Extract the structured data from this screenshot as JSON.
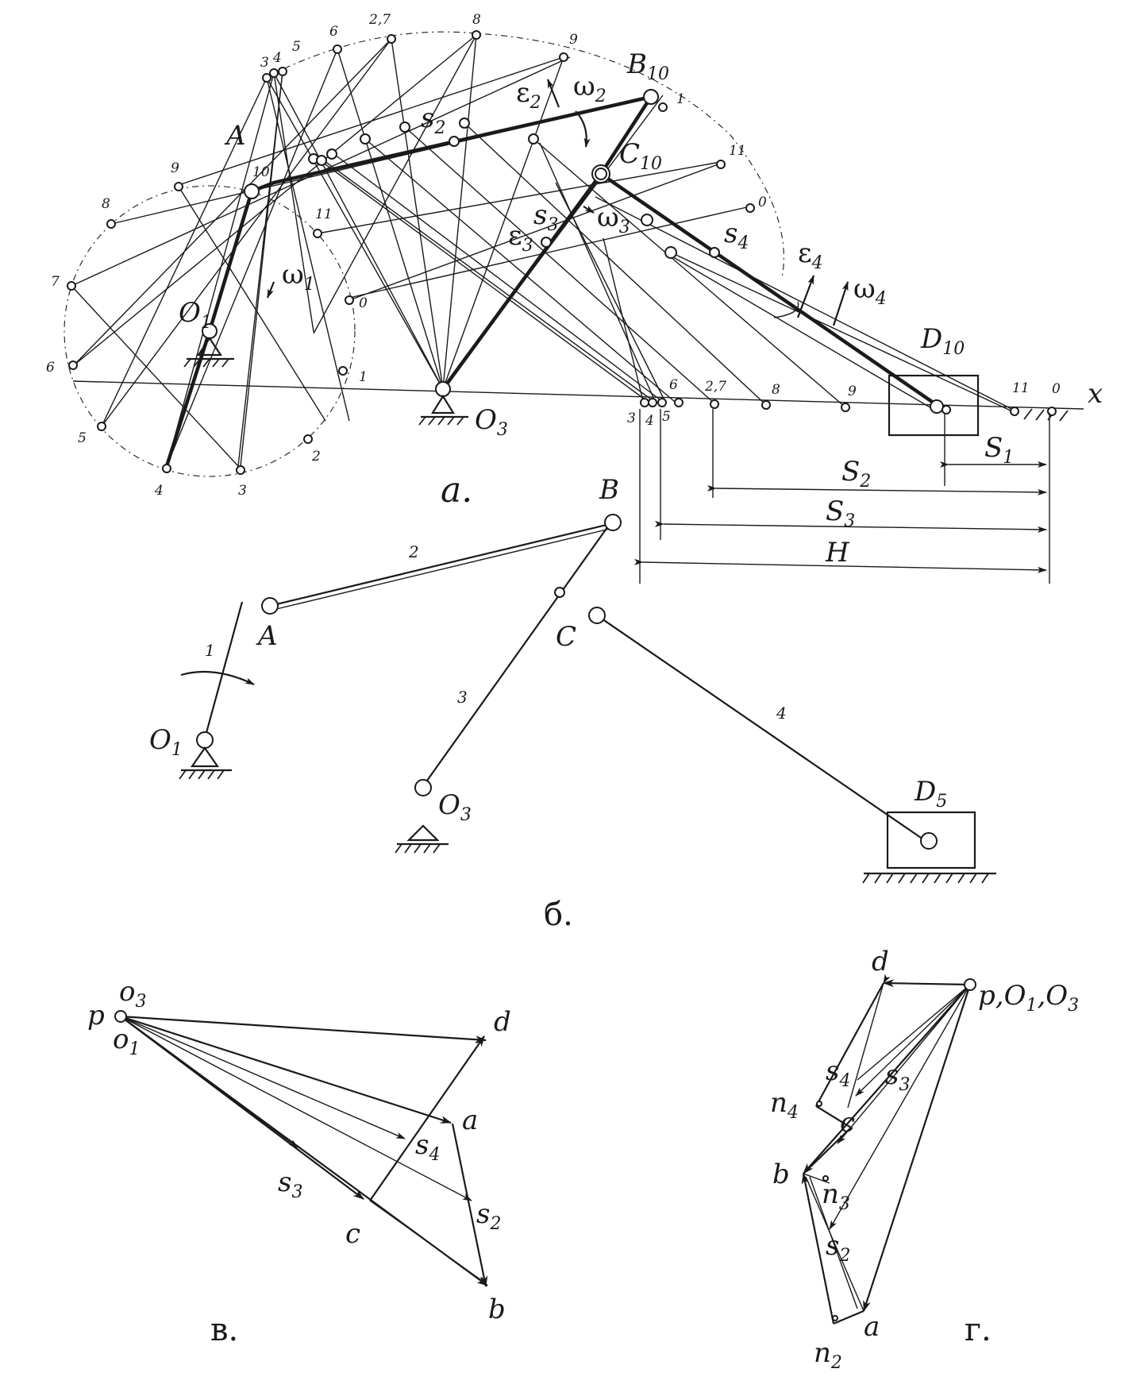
{
  "panel_a": {
    "caption": "a.",
    "crank_positions": [
      "0",
      "1",
      "2",
      "3",
      "4",
      "5",
      "6",
      "7",
      "8",
      "9",
      "10",
      "11"
    ],
    "b_positions": [
      "1",
      "2,7",
      "3",
      "4",
      "5",
      "6",
      "8",
      "9",
      "11",
      "0"
    ],
    "slider_positions": [
      "3",
      "4",
      "5",
      "6",
      "2,7",
      "8",
      "9",
      "11",
      "0"
    ],
    "labels": {
      "O1": "O",
      "O1_sub": "1",
      "O3": "O",
      "O3_sub": "3",
      "A": "A",
      "B10": "B",
      "B10_sub": "10",
      "C10": "C",
      "C10_sub": "10",
      "D10": "D",
      "D10_sub": "10",
      "s2": "s",
      "s2_sub": "2",
      "s3": "s",
      "s3_sub": "3",
      "s4": "s",
      "s4_sub": "4",
      "x": "x",
      "omega1": "ω",
      "omega1_sub": "1",
      "omega2": "ω",
      "omega2_sub": "2",
      "omega3": "ω",
      "omega3_sub": "3",
      "omega4": "ω",
      "omega4_sub": "4",
      "eps2": "ε",
      "eps2_sub": "2",
      "eps3": "ε",
      "eps3_sub": "3",
      "eps4": "ε",
      "eps4_sub": "4",
      "S1": "S",
      "S1_sub": "1",
      "S2": "S",
      "S2_sub": "2",
      "S3": "S",
      "S3_sub": "3",
      "H": "H"
    }
  },
  "panel_b": {
    "caption": "б.",
    "links": [
      "1",
      "2",
      "3",
      "4"
    ],
    "labels": {
      "A": "A",
      "B": "B",
      "C": "C",
      "O1": "O",
      "O1_sub": "1",
      "O3": "O",
      "O3_sub": "3",
      "D5": "D",
      "D5_sub": "5"
    }
  },
  "panel_v": {
    "caption": "в.",
    "labels": {
      "p": "p",
      "o3": "o",
      "o3_sub": "3",
      "o1": "o",
      "o1_sub": "1",
      "a": "a",
      "b": "b",
      "c": "c",
      "d": "d",
      "s2": "s",
      "s2_sub": "2",
      "s3": "s",
      "s3_sub": "3",
      "s4": "s",
      "s4_sub": "4"
    }
  },
  "panel_g": {
    "caption": "г.",
    "labels": {
      "pole": "p,",
      "O1": "O",
      "O1_sub": "1",
      "O3": "O",
      "O3_sub": "3",
      "a": "a",
      "b": "b",
      "c": "c",
      "d": "d",
      "s2": "s",
      "s2_sub": "2",
      "s3": "s",
      "s3_sub": "3",
      "s4": "s",
      "s4_sub": "4",
      "n2": "n",
      "n2_sub": "2",
      "n3": "n",
      "n3_sub": "3",
      "n4": "n",
      "n4_sub": "4"
    }
  }
}
